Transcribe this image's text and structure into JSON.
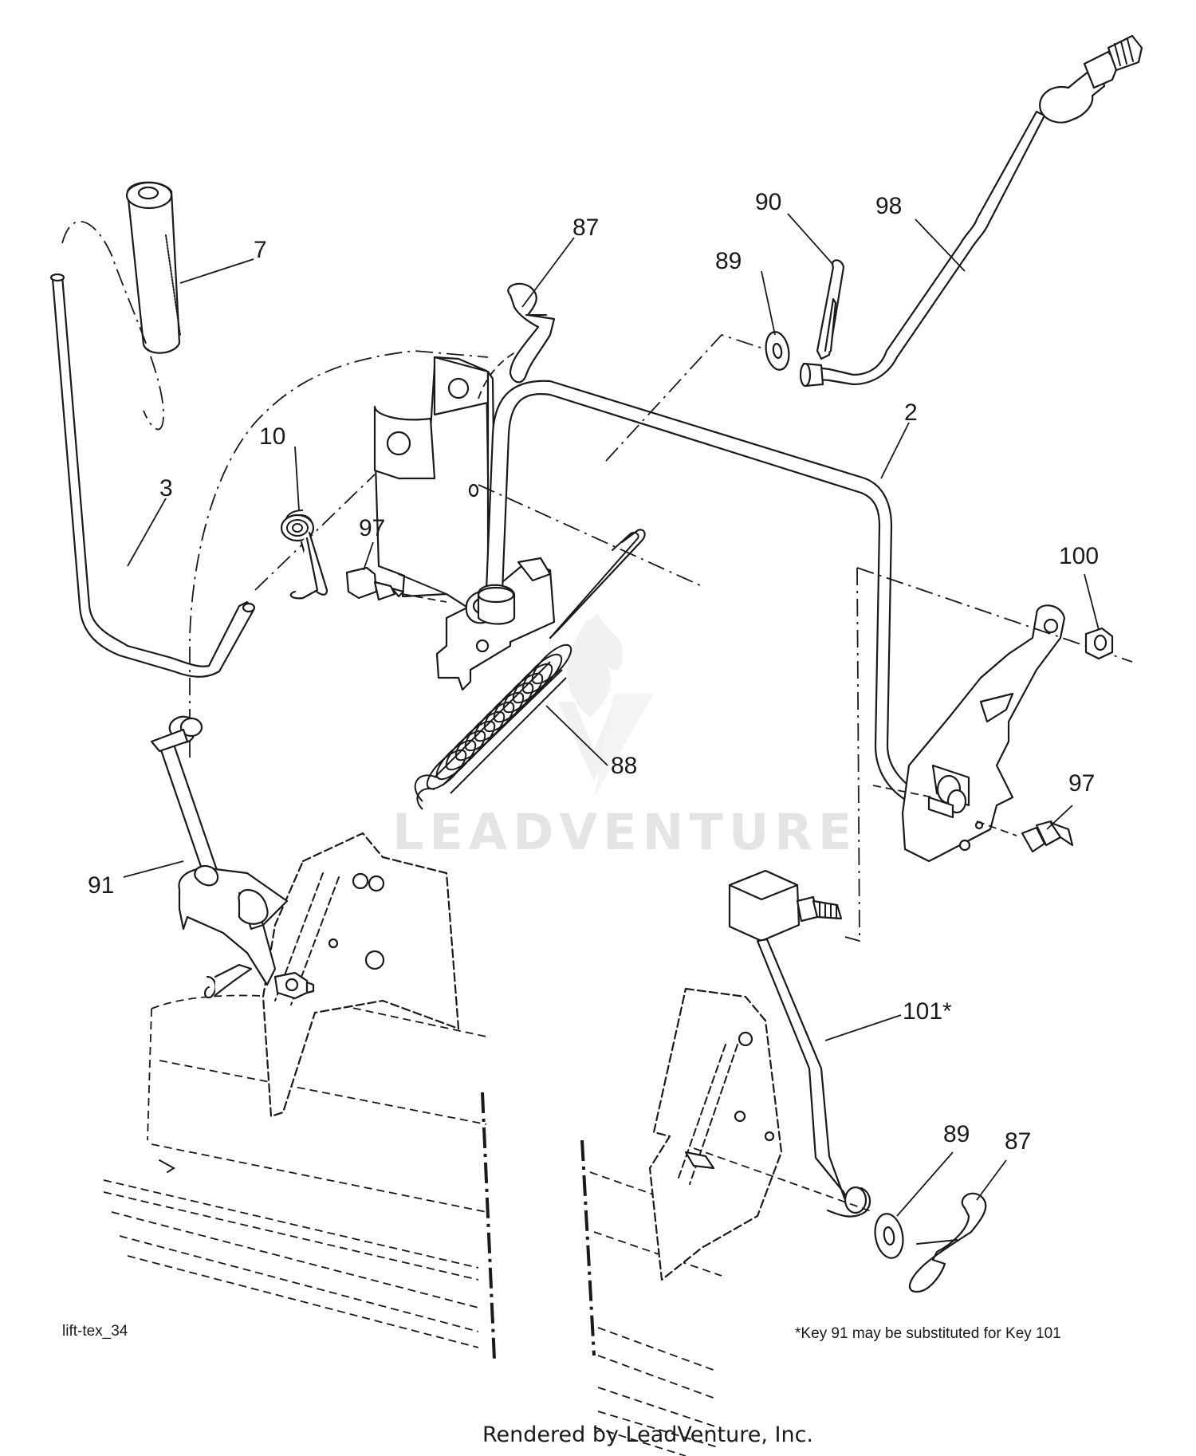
{
  "diagram": {
    "figure_id": "lift-tex_34",
    "note": "*Key 91 may be substituted for Key 101",
    "rendered_by": "Rendered by LeadVenture, Inc.",
    "watermark": "LEADVENTURE",
    "callouts": {
      "c7": "7",
      "c87a": "87",
      "c90": "90",
      "c98": "98",
      "c89a": "89",
      "c10": "10",
      "c3": "3",
      "c97a": "97",
      "c2": "2",
      "c100": "100",
      "c88": "88",
      "c97b": "97",
      "c91": "91",
      "c101": "101*",
      "c89b": "89",
      "c87b": "87"
    }
  }
}
